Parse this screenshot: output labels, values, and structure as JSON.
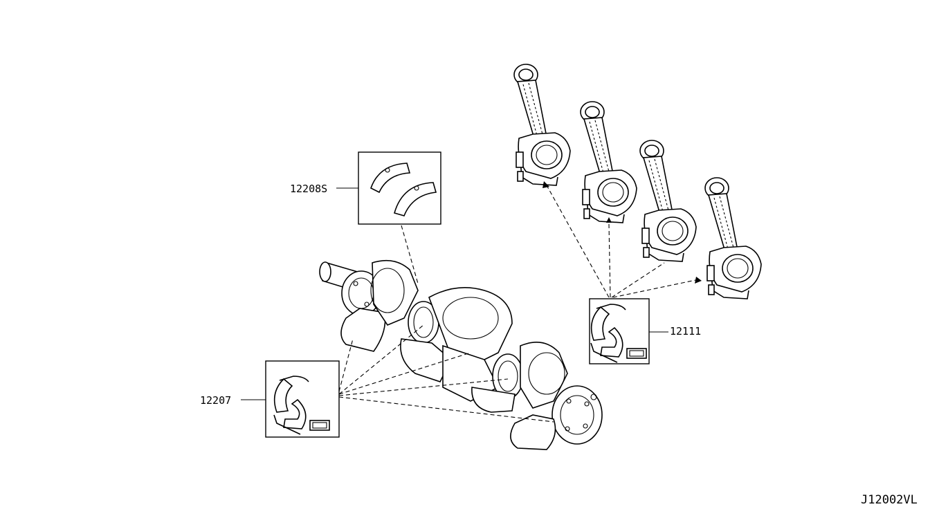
{
  "diagram": {
    "code": "J12002VL",
    "callouts": [
      {
        "id": "thrust-washer",
        "part_number": "12208S"
      },
      {
        "id": "main-bearing",
        "part_number": "12207"
      },
      {
        "id": "rod-bearing",
        "part_number": "12111"
      }
    ]
  }
}
